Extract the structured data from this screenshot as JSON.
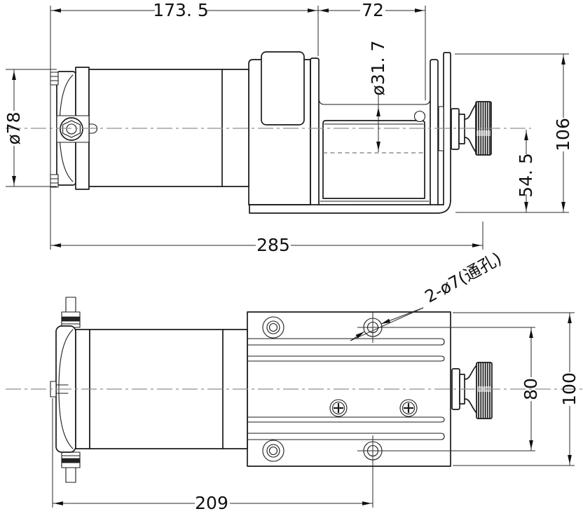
{
  "drawing_title": "winch two-view dimensioned technical drawing",
  "top_view": {
    "labels": {
      "motor_length": "173. 5",
      "drum_section_length": "72",
      "overall_length": "285",
      "motor_diameter": "ø78",
      "drum_diameter": "ø31. 7",
      "overall_height": "106",
      "center_height": "54. 5"
    }
  },
  "bottom_view": {
    "labels": {
      "hole_note": "2-ø7(通孔)",
      "hole_spacing": "80",
      "plate_width": "100",
      "hole_offset_length": "209"
    }
  },
  "style": {
    "line_color": "#1b1b1b",
    "dim_color": "#2a2a2a",
    "centerline_color": "#8f8f8f",
    "hidden_color": "#777777",
    "background": "#ffffff"
  }
}
